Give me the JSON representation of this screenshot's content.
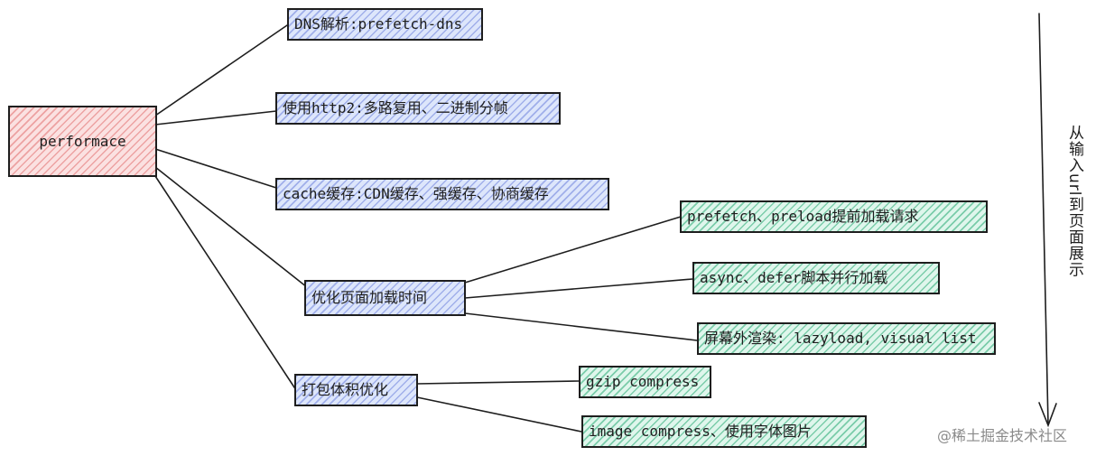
{
  "root": "performace",
  "branches": [
    "DNS解析:prefetch-dns",
    "使用http2:多路复用、二进制分帧",
    "cache缓存:CDN缓存、强缓存、协商缓存",
    "优化页面加载时间",
    "打包体积优化"
  ],
  "page_load_children": [
    "prefetch、preload提前加载请求",
    "async、defer脚本并行加载",
    "屏幕外渲染: lazyload, visual list"
  ],
  "bundle_children": [
    "gzip compress",
    "image compress、使用字体图片"
  ],
  "side_label": "从输入url到页面展示",
  "watermark": "@稀土掘金技术社区",
  "colors": {
    "blue": "#dde6fb",
    "green": "#dff6ec",
    "red": "#fbe1e1",
    "stroke": "#1e1e1e"
  }
}
